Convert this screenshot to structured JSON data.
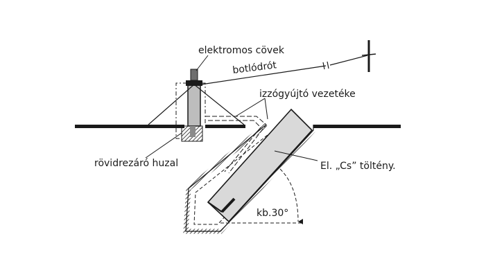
{
  "labels": {
    "stake": "elektromos cövek",
    "tripwire": "botlódrót",
    "igniter": "izzógyújtó vezetéke",
    "short_wire": "rövidrezáró huzal",
    "charge": "El. „Cs” töltény.",
    "angle": "kb.30°"
  },
  "colors": {
    "ink": "#1a1a1a",
    "charge_fill": "#d9d9d9",
    "background": "#ffffff"
  }
}
